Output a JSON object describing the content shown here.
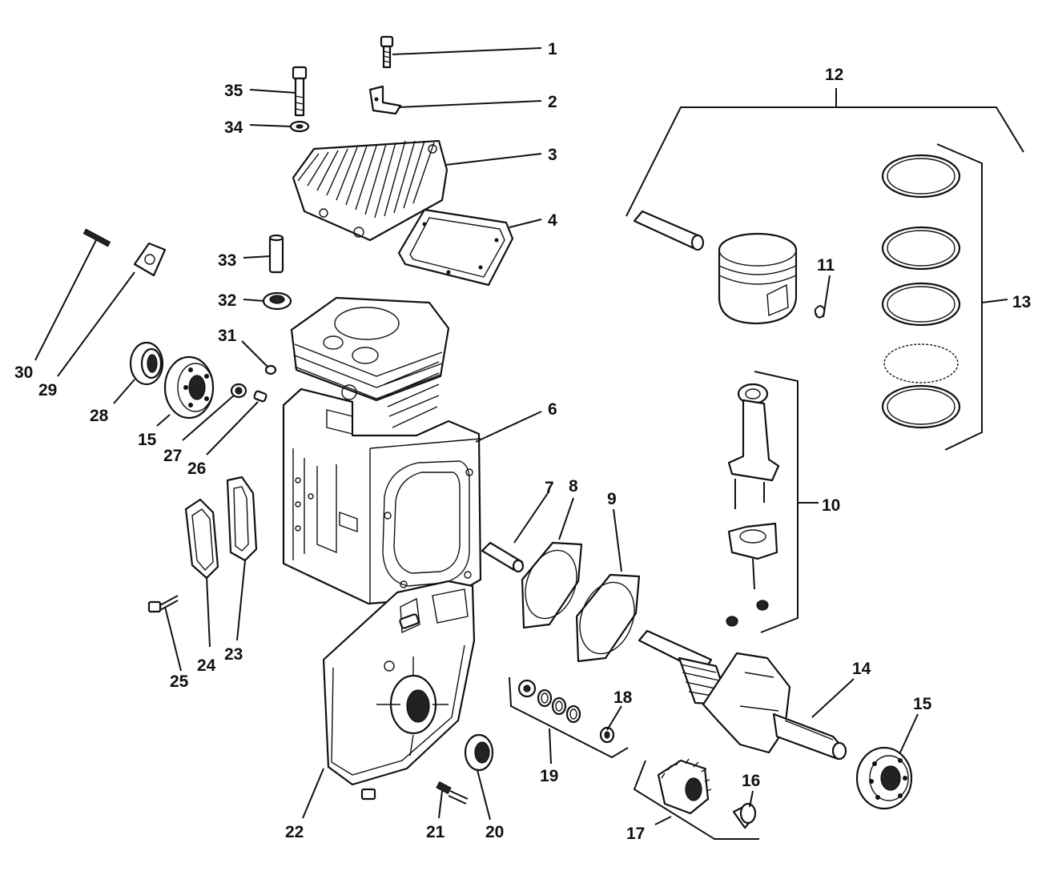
{
  "callouts": [
    {
      "id": "1",
      "text": "1"
    },
    {
      "id": "2",
      "text": "2"
    },
    {
      "id": "3",
      "text": "3"
    },
    {
      "id": "4",
      "text": "4"
    },
    {
      "id": "6",
      "text": "6"
    },
    {
      "id": "7",
      "text": "7"
    },
    {
      "id": "8",
      "text": "8"
    },
    {
      "id": "9",
      "text": "9"
    },
    {
      "id": "10",
      "text": "10"
    },
    {
      "id": "11",
      "text": "11"
    },
    {
      "id": "12",
      "text": "12"
    },
    {
      "id": "13",
      "text": "13"
    },
    {
      "id": "14",
      "text": "14"
    },
    {
      "id": "15a",
      "text": "15"
    },
    {
      "id": "15b",
      "text": "15"
    },
    {
      "id": "16",
      "text": "16"
    },
    {
      "id": "17",
      "text": "17"
    },
    {
      "id": "18",
      "text": "18"
    },
    {
      "id": "19",
      "text": "19"
    },
    {
      "id": "20",
      "text": "20"
    },
    {
      "id": "21",
      "text": "21"
    },
    {
      "id": "22",
      "text": "22"
    },
    {
      "id": "23",
      "text": "23"
    },
    {
      "id": "24",
      "text": "24"
    },
    {
      "id": "25",
      "text": "25"
    },
    {
      "id": "26",
      "text": "26"
    },
    {
      "id": "27",
      "text": "27"
    },
    {
      "id": "28",
      "text": "28"
    },
    {
      "id": "29",
      "text": "29"
    },
    {
      "id": "30",
      "text": "30"
    },
    {
      "id": "31",
      "text": "31"
    },
    {
      "id": "32",
      "text": "32"
    },
    {
      "id": "33",
      "text": "33"
    },
    {
      "id": "34",
      "text": "34"
    },
    {
      "id": "35",
      "text": "35"
    }
  ]
}
